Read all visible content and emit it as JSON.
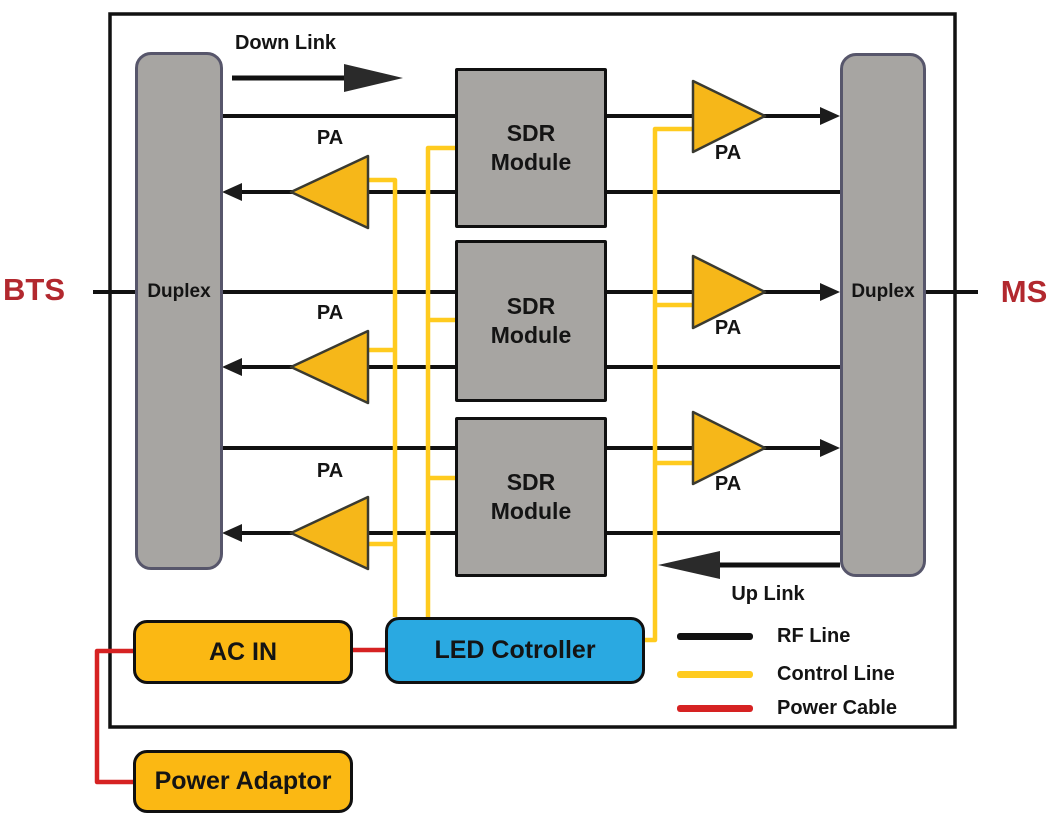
{
  "diagram": {
    "bts_label": "BTS",
    "ms_label": "MS",
    "down_link_label": "Down Link",
    "up_link_label": "Up Link",
    "pa_label": "PA",
    "duplex_left_label": "Duplex",
    "duplex_right_label": "Duplex",
    "sdr_modules": [
      "SDR Module",
      "SDR Module",
      "SDR Module"
    ],
    "ac_in_label": "AC IN",
    "led_controller_label": "LED Cotroller",
    "power_adaptor_label": "Power Adaptor"
  },
  "legend": {
    "items": [
      {
        "label": "RF Line",
        "color": "#111111"
      },
      {
        "label": "Control Line",
        "color": "#FFCB1F"
      },
      {
        "label": "Power Cable",
        "color": "#D62222"
      }
    ]
  },
  "colors": {
    "rf_line": "#111111",
    "control_line": "#FFCB1F",
    "power_cable": "#D62222",
    "block_gray": "#A7A5A2",
    "duplex_border": "#57566B",
    "pa_triangle": "#F6B719",
    "yellow_block": "#FBB813",
    "led_blue": "#2AA9E1",
    "bts_ms_text": "#B2282E"
  }
}
